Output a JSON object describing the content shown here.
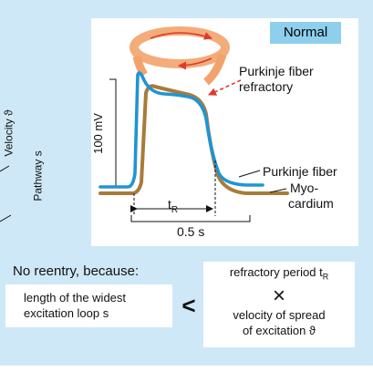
{
  "badge": {
    "label": "Normal"
  },
  "labels": {
    "velocity": "Velocity ϑ",
    "pathway": "Pathway s",
    "amplitude": "100 mV",
    "purkinje_refractory_1": "Purkinje fiber",
    "purkinje_refractory_2": "refractory",
    "purkinje_fiber": "Purkinje fiber",
    "myocardium_1": "Myo-",
    "myocardium_2": "cardium",
    "t_r": "t",
    "t_r_sub": "R",
    "time_scale": "0.5 s"
  },
  "conclusion": {
    "heading": "No reentry, because:",
    "left_line1": "length of the widest",
    "left_line2": "excitation loop s",
    "operator": "<",
    "right_line1": "refractory period t",
    "right_line1_sub": "R",
    "times": "×",
    "right_line2": "velocity of spread",
    "right_line3": "of excitation ϑ"
  },
  "colors": {
    "panel_blue": "#cfe8f7",
    "badge_blue": "#8ecfee",
    "purkinje": "#1f95d3",
    "myocardium": "#a97b3a",
    "arrow_red": "#e03a2a",
    "ring_orange": "#f2a36b"
  }
}
